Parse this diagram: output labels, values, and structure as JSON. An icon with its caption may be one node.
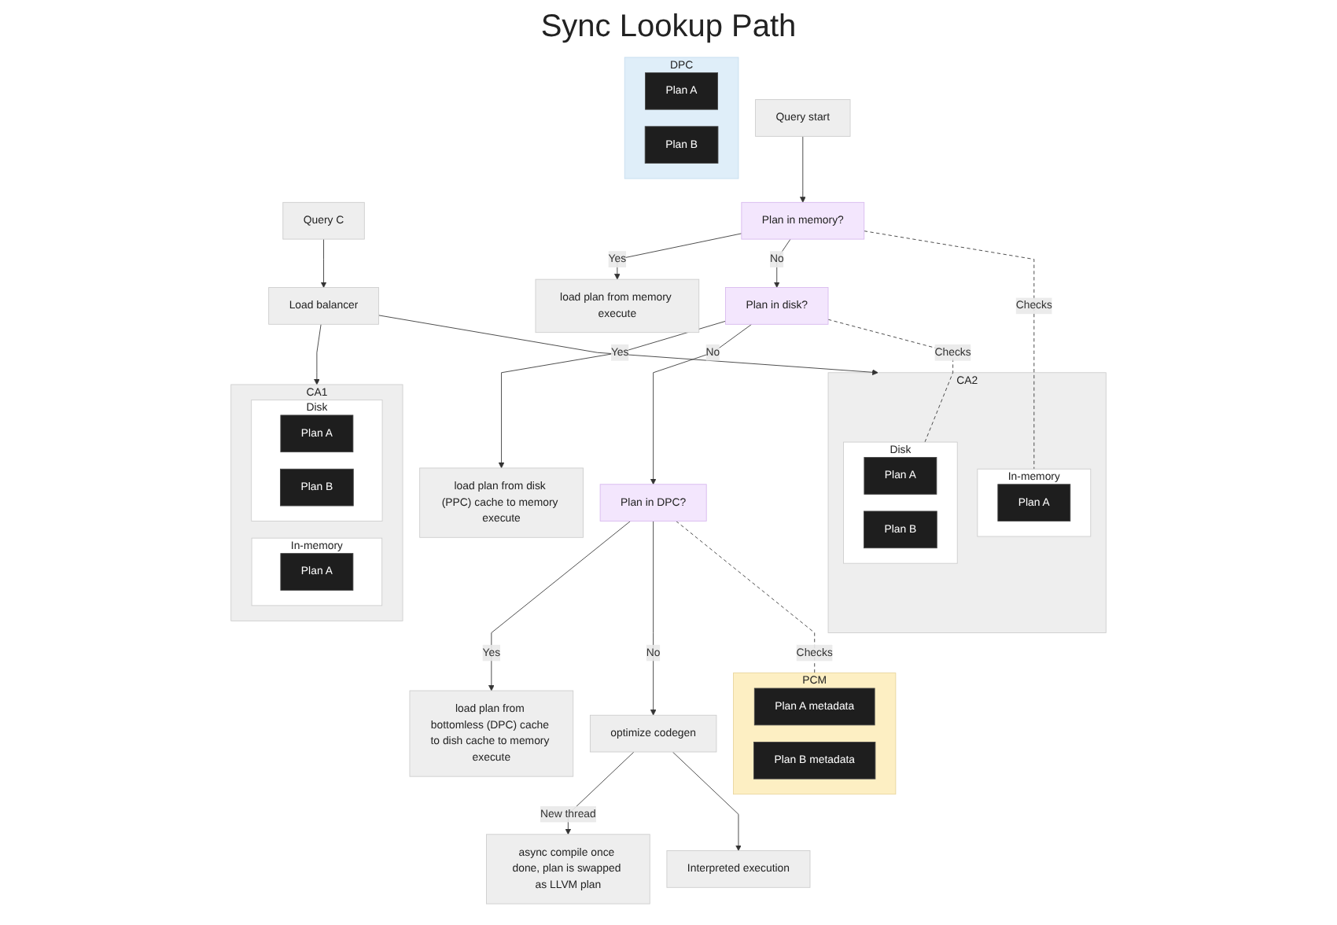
{
  "diagram": {
    "title": "Sync Lookup Path",
    "nodes": [
      {
        "text": [
          "Query C"
        ]
      },
      {
        "text": [
          "Load balancer"
        ]
      },
      {
        "text": [
          "CA1"
        ]
      },
      {
        "text": [
          "In-memory"
        ],
        "in": 2
      },
      {
        "text": [
          "Plan A"
        ],
        "in": 3
      },
      {
        "text": [
          "Disk"
        ],
        "in": 2
      },
      {
        "text": [
          "Plan A"
        ],
        "in": 5
      },
      {
        "text": [
          "Plan B"
        ],
        "in": 5
      },
      {
        "text": [
          "CA2"
        ]
      },
      {
        "text": [
          "In-memory"
        ],
        "in": 8
      },
      {
        "text": [
          "Plan A"
        ],
        "in": 9
      },
      {
        "text": [
          "Disk"
        ],
        "in": 8
      },
      {
        "text": [
          "Plan A"
        ],
        "in": 11
      },
      {
        "text": [
          "Plan B"
        ],
        "in": 11
      },
      {
        "text": [
          "PCM"
        ]
      },
      {
        "text": [
          "Plan A metadata"
        ],
        "in": 14
      },
      {
        "text": [
          "Plan B metadata"
        ],
        "in": 14
      },
      {
        "text": [
          "DPC"
        ]
      },
      {
        "text": [
          "Plan A"
        ],
        "in": 17
      },
      {
        "text": [
          "Plan B"
        ],
        "in": 17
      },
      {
        "text": [
          "Query start"
        ]
      },
      {
        "text": [
          "Plan in memory?"
        ]
      },
      {
        "text": [
          "load plan from memory execute"
        ]
      },
      {
        "text": [
          "Plan in disk?"
        ]
      },
      {
        "text": [
          "load plan from disk (PPC) cache to memory execute"
        ]
      },
      {
        "text": [
          "Plan in DPC?"
        ]
      },
      {
        "text": [
          "load plan from bottomless (DPC) cache to dish cache to memory execute"
        ]
      },
      {
        "text": [
          "optimize codegen"
        ]
      },
      {
        "text": [
          "async compile once done, plan is swapped as LLVM plan"
        ]
      },
      {
        "text": [
          "Interpreted execution"
        ]
      }
    ],
    "edges": [
      {
        "from": 0,
        "to": 1,
        "arrow": "to"
      },
      {
        "from": 1,
        "to": 2,
        "arrow": "to"
      },
      {
        "from": 1,
        "to": 8,
        "arrow": "to"
      },
      {
        "from": 20,
        "to": 21,
        "arrow": "to"
      },
      {
        "from": 21,
        "to": 22,
        "arrow": "to",
        "label": "Yes"
      },
      {
        "from": 21,
        "to": 23,
        "arrow": "to",
        "label": "No"
      },
      {
        "from": 23,
        "to": 24,
        "arrow": "to",
        "label": "Yes"
      },
      {
        "from": 23,
        "to": 25,
        "arrow": "to",
        "label": "No"
      },
      {
        "from": 25,
        "to": 26,
        "arrow": "to",
        "label": "Yes"
      },
      {
        "from": 25,
        "to": 27,
        "arrow": "to",
        "label": "No"
      },
      {
        "from": 27,
        "to": 28,
        "arrow": "to",
        "label": "New thread"
      },
      {
        "from": 27,
        "to": 29,
        "arrow": "to"
      },
      {
        "from": 21,
        "to": 9,
        "arrow": "none",
        "label": "Checks",
        "style": "dashed"
      },
      {
        "from": 23,
        "to": 11,
        "arrow": "none",
        "label": "Checks",
        "style": "dashed"
      },
      {
        "from": 25,
        "to": 14,
        "arrow": "none",
        "label": "Checks",
        "style": "dashed"
      }
    ]
  }
}
